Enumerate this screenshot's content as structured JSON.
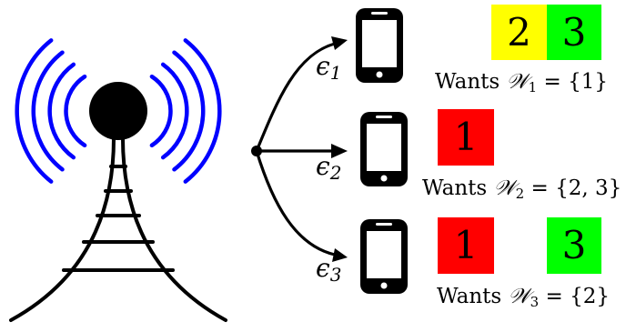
{
  "colors": {
    "signal": "#0000ff",
    "structure": "#000000",
    "yellow": "#ffff00",
    "green": "#00ff00",
    "red": "#ff0000",
    "background": "#ffffff"
  },
  "tower": {
    "icon": "cell-tower-icon",
    "waves_per_side": 4
  },
  "channels": [
    {
      "symbol": "ϵ",
      "sub": "1"
    },
    {
      "symbol": "ϵ",
      "sub": "2"
    },
    {
      "symbol": "ϵ",
      "sub": "3"
    }
  ],
  "users": [
    {
      "icon": "smartphone-icon",
      "packets": [
        {
          "label": "2",
          "color": "#ffff00"
        },
        {
          "label": "3",
          "color": "#00ff00"
        }
      ],
      "wants": {
        "prefix": "Wants ",
        "set_symbol": "𝒲",
        "sub": "1",
        "rhs": " = {1}"
      }
    },
    {
      "icon": "smartphone-icon",
      "packets": [
        {
          "label": "1",
          "color": "#ff0000"
        }
      ],
      "wants": {
        "prefix": "Wants ",
        "set_symbol": "𝒲",
        "sub": "2",
        "rhs": " = {2, 3}"
      }
    },
    {
      "icon": "smartphone-icon",
      "packets": [
        {
          "label": "1",
          "color": "#ff0000"
        },
        {
          "label": "3",
          "color": "#00ff00"
        }
      ],
      "wants": {
        "prefix": "Wants ",
        "set_symbol": "𝒲",
        "sub": "3",
        "rhs": " = {2}"
      }
    }
  ]
}
